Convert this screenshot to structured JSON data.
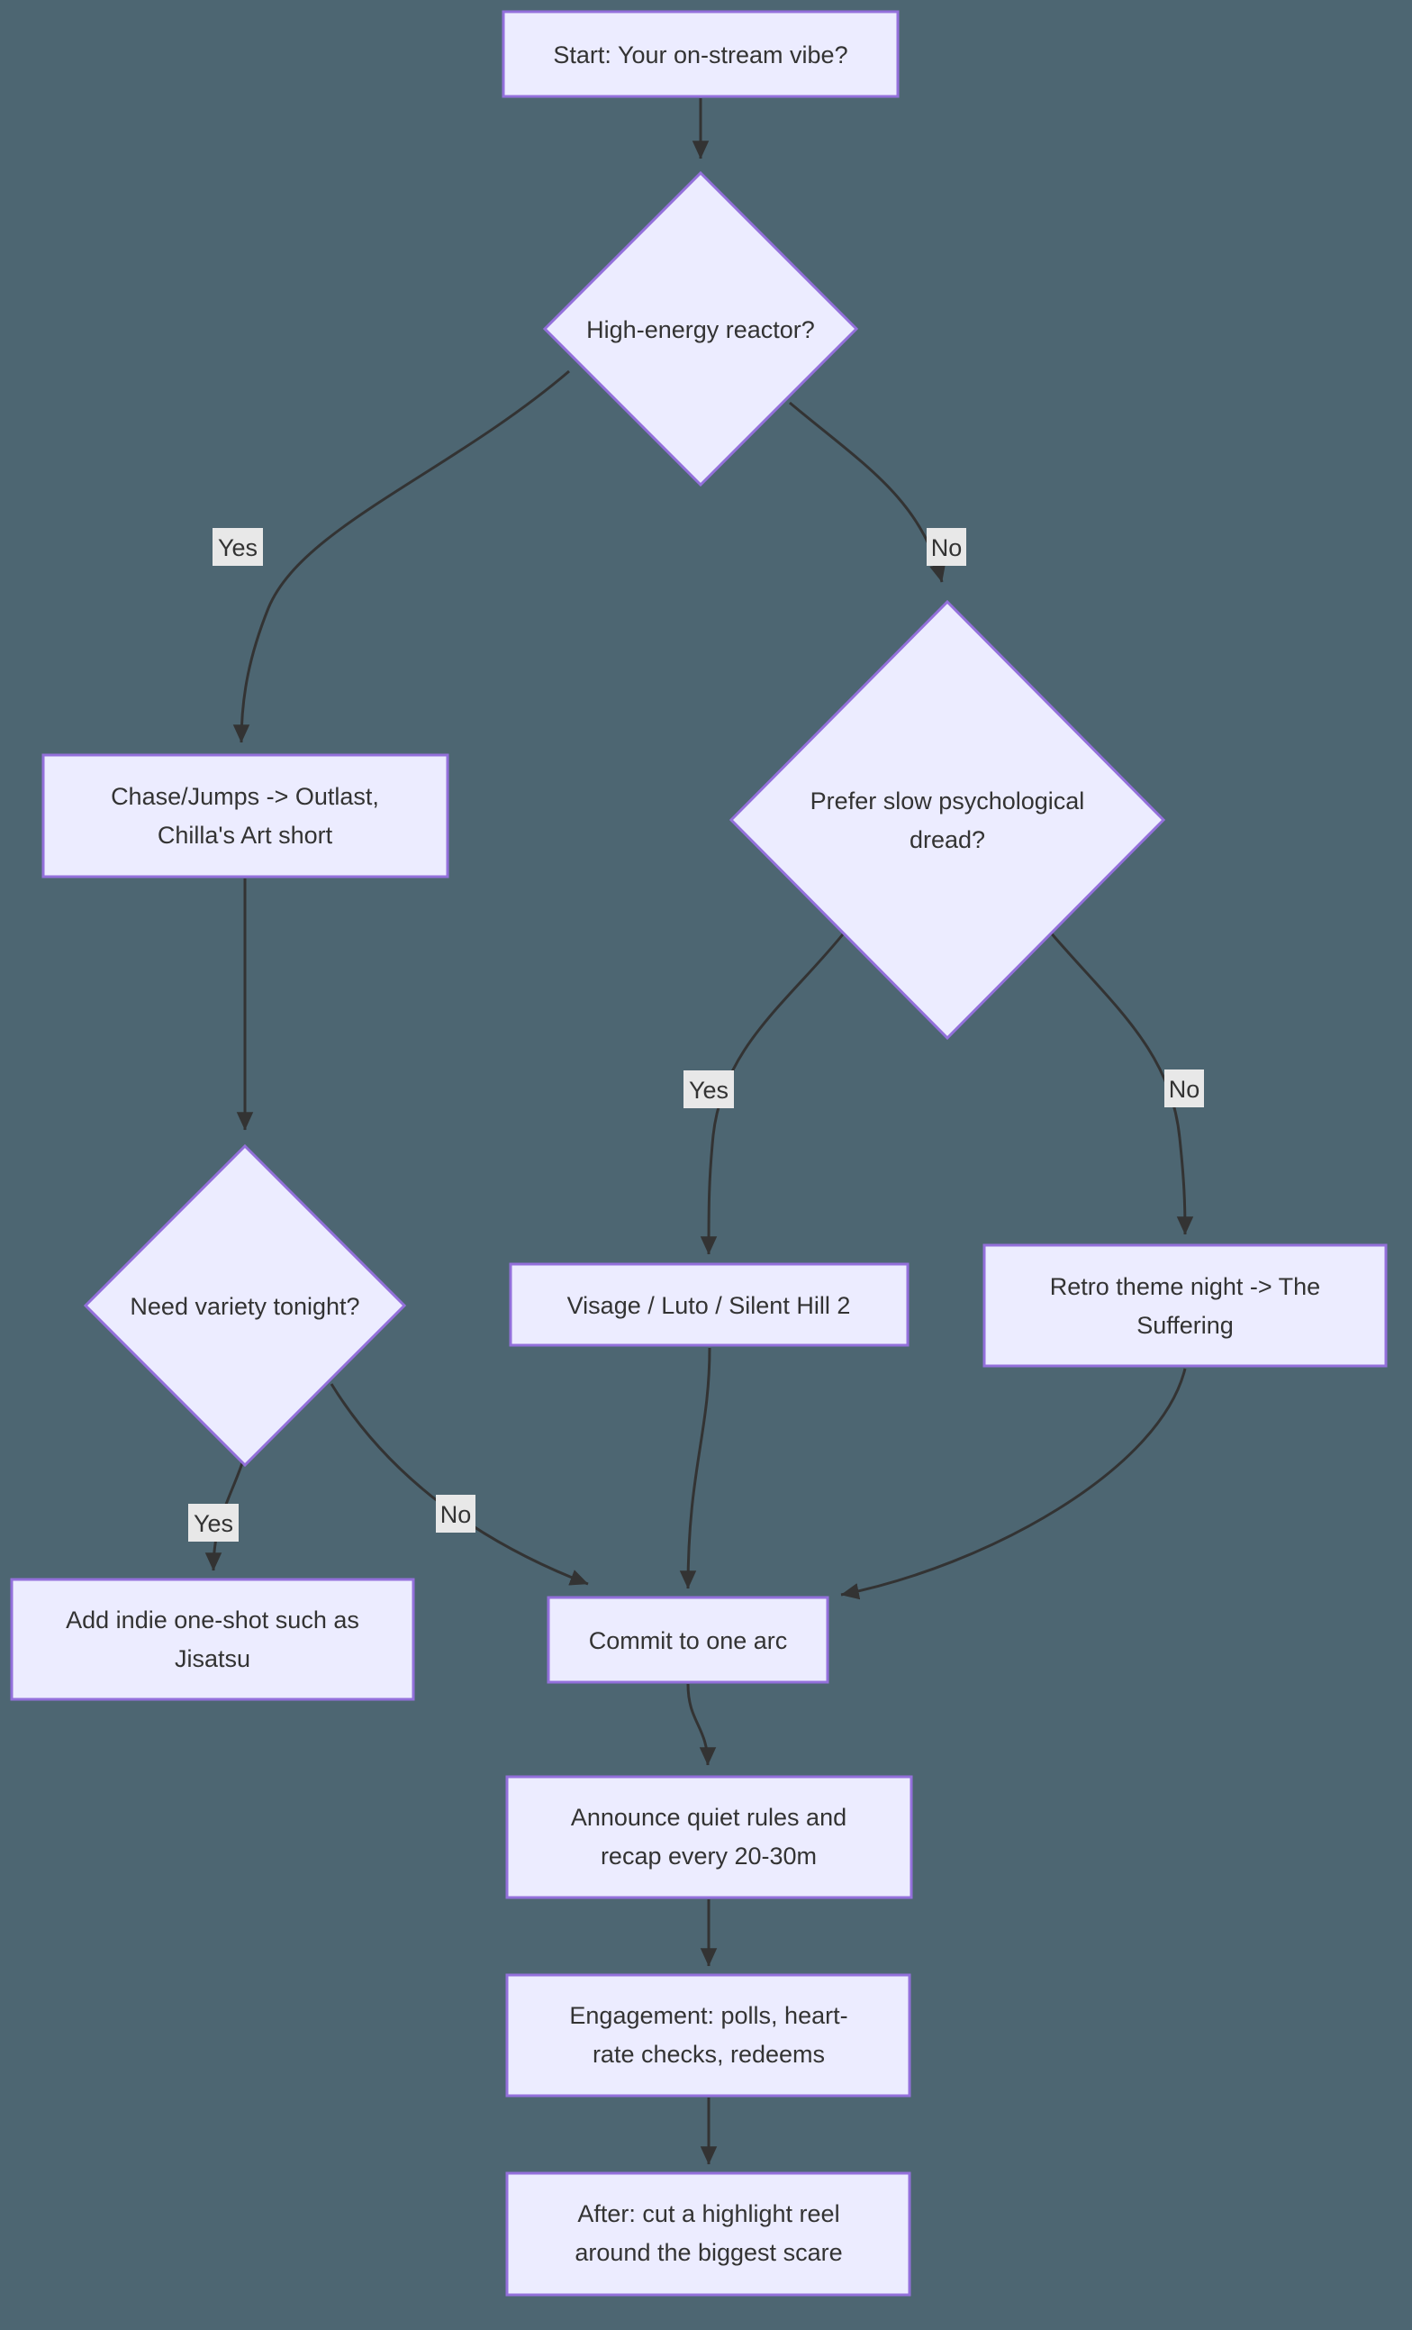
{
  "diagram": {
    "type": "flowchart",
    "direction": "top-down"
  },
  "colors": {
    "background": "#4d6672",
    "node_fill": "#ECECFF",
    "node_border": "#9370DB",
    "edge_color": "#333333",
    "text_color": "#333333",
    "label_bg": "#e8e8e8"
  },
  "nodes": {
    "start": {
      "label": "Start: Your on-stream vibe?"
    },
    "high_energy": {
      "label": "High-energy reactor?"
    },
    "chase": {
      "line1": "Chase/Jumps -> Outlast,",
      "line2": "Chilla's Art short"
    },
    "dread": {
      "line1": "Prefer slow psychological",
      "line2": "dread?"
    },
    "variety": {
      "label": "Need variety tonight?"
    },
    "visage": {
      "label": "Visage / Luto / Silent Hill 2"
    },
    "retro": {
      "line1": "Retro theme night -> The",
      "line2": "Suffering"
    },
    "jisatsu": {
      "line1": "Add indie one-shot such as",
      "line2": "Jisatsu"
    },
    "commit": {
      "label": "Commit to one arc"
    },
    "announce": {
      "line1": "Announce quiet rules and",
      "line2": "recap every 20-30m"
    },
    "engagement": {
      "line1": "Engagement: polls, heart-",
      "line2": "rate checks, redeems"
    },
    "after": {
      "line1": "After: cut a highlight reel",
      "line2": "around the biggest scare"
    }
  },
  "edge_labels": {
    "high_yes": "Yes",
    "high_no": "No",
    "dread_yes": "Yes",
    "dread_no": "No",
    "variety_yes": "Yes",
    "variety_no": "No"
  }
}
